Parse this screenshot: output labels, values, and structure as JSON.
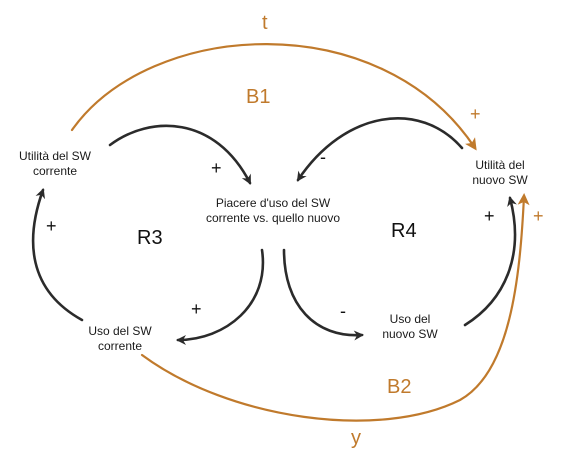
{
  "colors": {
    "causal": "#2b2b2b",
    "outer": "#c07a2c"
  },
  "nodes": {
    "utilita_corrente": {
      "line1": "Utilità del SW",
      "line2": "corrente"
    },
    "piacere": {
      "line1": "Piacere d'uso del SW",
      "line2": "corrente vs. quello nuovo"
    },
    "utilita_nuovo": {
      "line1": "Utilità del",
      "line2": "nuovo SW"
    },
    "uso_corrente": {
      "line1": "Uso del SW",
      "line2": "corrente"
    },
    "uso_nuovo": {
      "line1": "Uso del",
      "line2": "nuovo SW"
    }
  },
  "loops": {
    "r3": "R3",
    "r4": "R4",
    "b1": "B1",
    "b2": "B2"
  },
  "delays": {
    "top": "t",
    "bottom": "y"
  },
  "signs": {
    "b1_arrow": "+",
    "r3_top": "+",
    "r3_left": "+",
    "r3_bottom": "+",
    "r4_top": "-",
    "r4_bottom": "-",
    "r4_right": "+",
    "b2_arrow": "+"
  }
}
